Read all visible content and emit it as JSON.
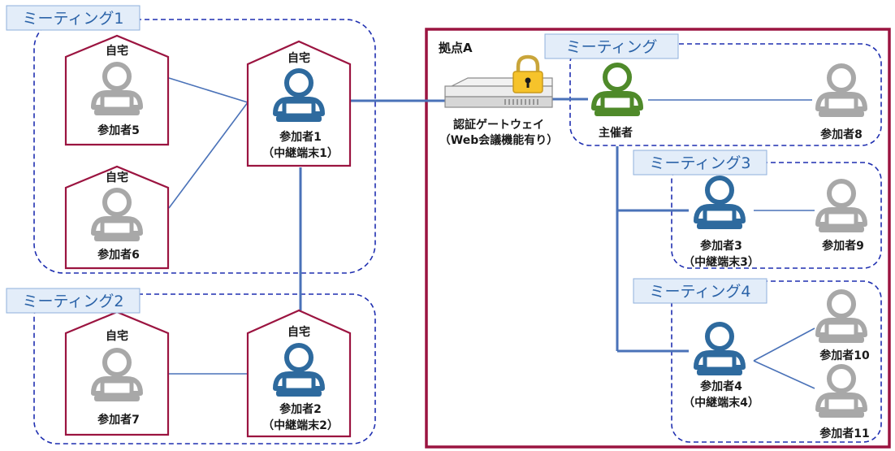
{
  "meetings": {
    "m1": "ミーティング1",
    "m2": "ミーティング2",
    "main": "ミーティング",
    "m3": "ミーティング3",
    "m4": "ミーティング4"
  },
  "location": "拠点A",
  "home": "自宅",
  "gateway": {
    "line1": "認証ゲートウェイ",
    "line2": "（Web会議機能有り）"
  },
  "people": {
    "p1": "参加者1",
    "p1_relay": "（中継端末1）",
    "p2": "参加者2",
    "p2_relay": "（中継端末2）",
    "p3": "参加者3",
    "p3_relay": "（中継端末3）",
    "p4": "参加者4",
    "p4_relay": "（中継端末4）",
    "p5": "参加者5",
    "p6": "参加者6",
    "p7": "参加者7",
    "p8": "参加者8",
    "p9": "参加者9",
    "p10": "参加者10",
    "p11": "参加者11",
    "host": "主催者"
  },
  "colors": {
    "relay": "#2e6a9e",
    "participant": "#a8a8a8",
    "host": "#4f8a2a",
    "home_border": "#9b1440",
    "dashed": "#1f2fb0",
    "link": "#4a72b8",
    "meeting_label_bg": "#e3edf9"
  },
  "icons": [
    "person-laptop-icon",
    "house-icon",
    "lock-icon",
    "gateway-device-icon"
  ]
}
